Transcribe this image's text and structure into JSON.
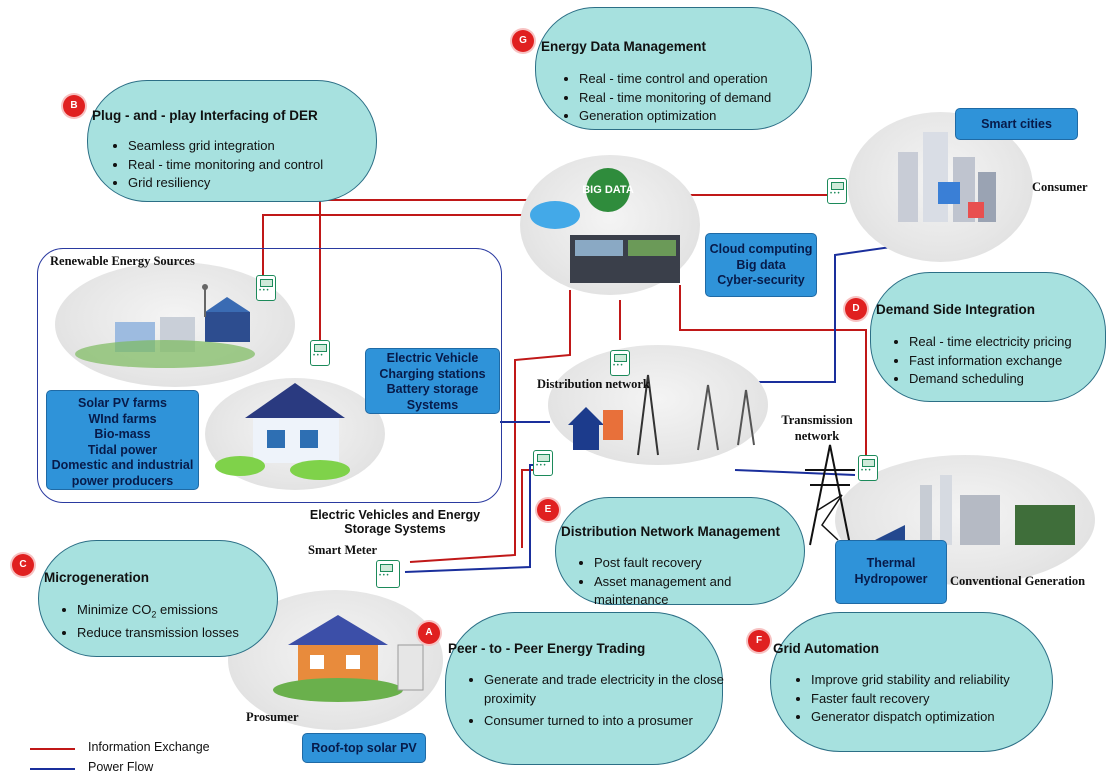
{
  "bubbles": {
    "g": {
      "badge": "G",
      "title": "Energy Data Management",
      "items": [
        "Real - time control and operation",
        "Real - time monitoring of demand",
        "Generation optimization"
      ]
    },
    "b": {
      "badge": "B",
      "title": "Plug - and - play Interfacing of DER",
      "items": [
        "Seamless grid integration",
        "Real - time monitoring and control",
        "Grid resiliency"
      ]
    },
    "d": {
      "badge": "D",
      "title": "Demand Side Integration",
      "items": [
        "Real - time electricity pricing",
        "Fast information exchange",
        "Demand scheduling"
      ]
    },
    "e": {
      "badge": "E",
      "title": "Distribution Network Management",
      "items": [
        "Post fault recovery",
        "Asset management and maintenance"
      ]
    },
    "c": {
      "badge": "C",
      "title": "Microgeneration",
      "items_co2_pre": "Minimize CO",
      "items_co2_sub": "2",
      "items_co2_post": " emissions",
      "item2": "Reduce transmission losses"
    },
    "a": {
      "badge": "A",
      "title": "Peer - to - Peer Energy Trading",
      "items": [
        "Generate and trade electricity in the close proximity",
        "Consumer turned to into a prosumer"
      ]
    },
    "f": {
      "badge": "F",
      "title": "Grid Automation",
      "items": [
        "Improve grid stability and reliability",
        "Faster fault recovery",
        "Generator dispatch optimization"
      ]
    }
  },
  "boxes": {
    "smart_cities": "Smart cities",
    "cloud": [
      "Cloud computing",
      "Big data",
      "Cyber-security"
    ],
    "ev": [
      "Electric Vehicle",
      "Charging stations",
      "Battery storage",
      "Systems"
    ],
    "res": [
      "Solar PV farms",
      "WInd farms",
      "Bio-mass",
      "Tidal power",
      "Domestic and industrial",
      "power producers"
    ],
    "thermal": [
      "Thermal",
      "Hydropower"
    ],
    "rooftop": "Roof-top solar PV"
  },
  "labels": {
    "renewable": "Renewable Energy Sources",
    "ev_storage_1": "Electric Vehicles and Energy",
    "ev_storage_2": "Storage Systems",
    "consumer": "Consumer",
    "distribution": "Distribution network",
    "transmission_1": "Transmission",
    "transmission_2": "network",
    "smart_meter": "Smart Meter",
    "conventional": "Conventional Generation",
    "prosumer": "Prosumer",
    "big_data": "BIG DATA"
  },
  "legend": {
    "info": {
      "label": "Information Exchange",
      "color": "#c01818"
    },
    "power": {
      "label": "Power Flow",
      "color": "#1a2f9c"
    }
  }
}
